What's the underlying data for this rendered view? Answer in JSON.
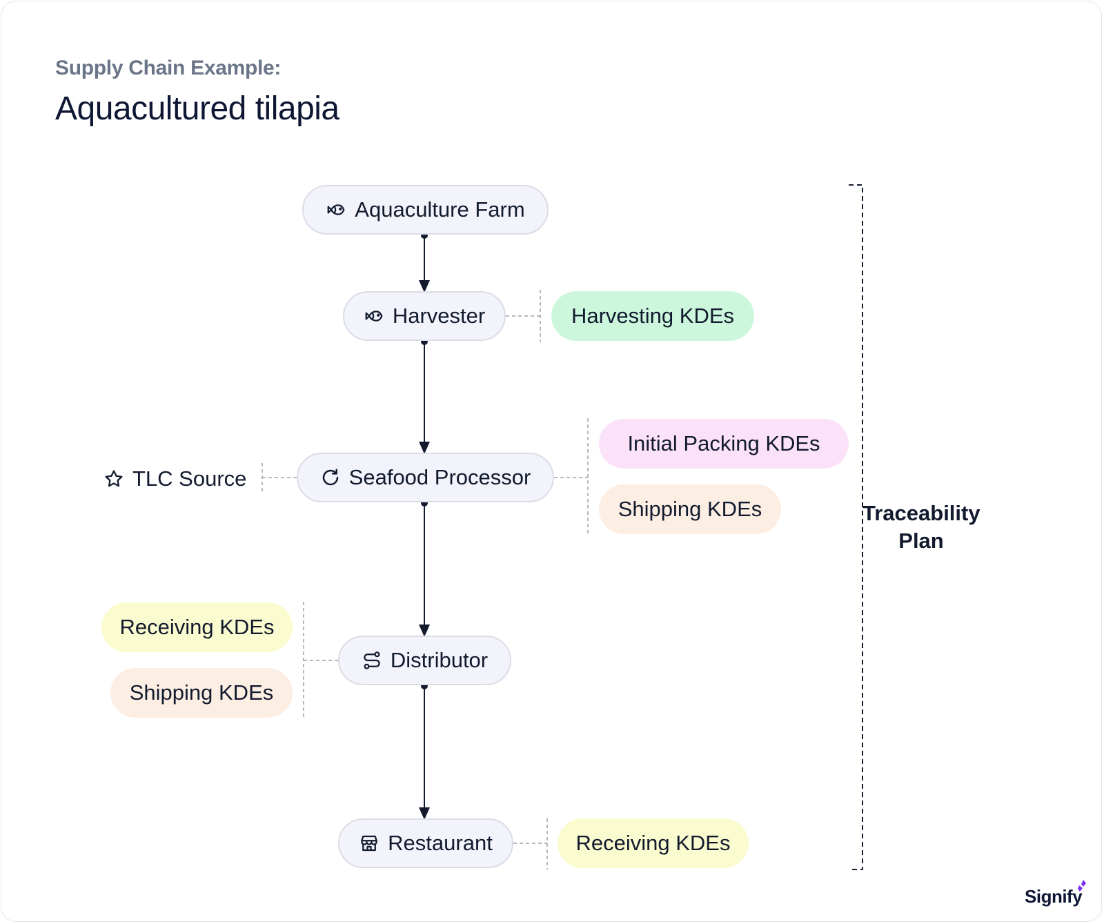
{
  "header": {
    "subtitle": "Supply Chain Example:",
    "title": "Aquacultured tilapia"
  },
  "nodes": {
    "farm": {
      "label": "Aquaculture Farm",
      "icon": "fish-icon"
    },
    "harvester": {
      "label": "Harvester",
      "icon": "fish-icon"
    },
    "processor": {
      "label": "Seafood Processor",
      "icon": "refresh-icon"
    },
    "distributor": {
      "label": "Distributor",
      "icon": "route-icon"
    },
    "restaurant": {
      "label": "Restaurant",
      "icon": "store-icon"
    }
  },
  "kdes": {
    "harvesting": "Harvesting KDEs",
    "initial_packing": "Initial Packing KDEs",
    "processor_shipping": "Shipping KDEs",
    "distributor_receiving": "Receiving KDEs",
    "distributor_shipping": "Shipping KDEs",
    "restaurant_receiving": "Receiving KDEs"
  },
  "tlc_source": {
    "label": "TLC Source",
    "icon": "star-icon"
  },
  "traceability_plan": {
    "line1": "Traceability",
    "line2": "Plan"
  },
  "brand": {
    "name": "Signify"
  },
  "colors": {
    "node_bg": "#f3f3fb",
    "green_kde": "#ccf7dd",
    "pink_kde": "#fbe2f8",
    "peach_kde": "#fdeee4",
    "yellow_kde": "#fafbcf",
    "brand_accent": "#7b2ff7"
  }
}
